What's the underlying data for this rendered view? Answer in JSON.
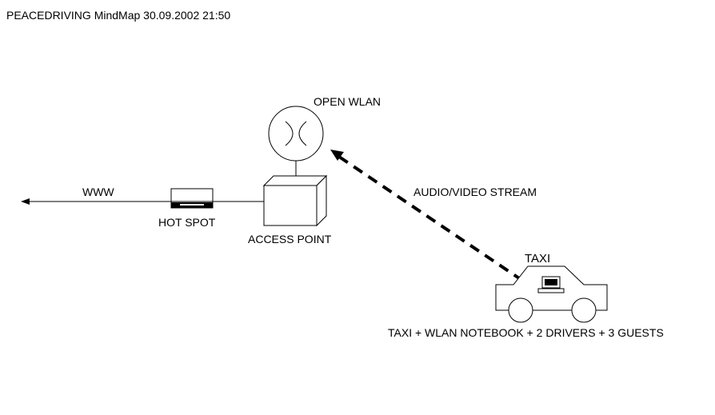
{
  "header": {
    "title": "PEACEDRIVING MindMap 30.09.2002 21:50"
  },
  "labels": {
    "www": "WWW",
    "hot_spot": "HOT SPOT",
    "access_point": "ACCESS POINT",
    "open_wlan": "OPEN WLAN",
    "stream": "AUDIO/VIDEO STREAM",
    "taxi_sign": "TAXI",
    "taxi_caption": "TAXI + WLAN NOTEBOOK + 2 DRIVERS + 3 GUESTS"
  }
}
